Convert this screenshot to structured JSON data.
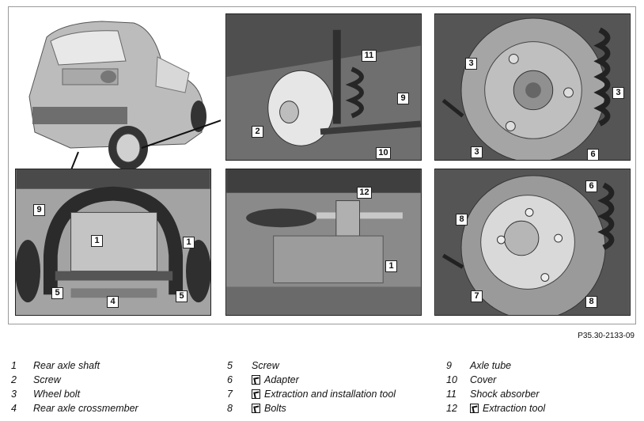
{
  "reference_code": "P35.30-2133-09",
  "callouts": {
    "p2": [
      "11",
      "2",
      "9",
      "10"
    ],
    "p3": [
      "3",
      "3",
      "3",
      "6"
    ],
    "p4": [
      "9",
      "1",
      "1",
      "5",
      "4",
      "5"
    ],
    "p5": [
      "12",
      "1"
    ],
    "p6": [
      "6",
      "8",
      "7",
      "8"
    ]
  },
  "legend": [
    {
      "num": "1",
      "label": "Rear axle shaft",
      "tool": false
    },
    {
      "num": "2",
      "label": "Screw",
      "tool": false
    },
    {
      "num": "3",
      "label": "Wheel bolt",
      "tool": false
    },
    {
      "num": "4",
      "label": "Rear axle crossmember",
      "tool": false
    },
    {
      "num": "5",
      "label": "Screw",
      "tool": false
    },
    {
      "num": "6",
      "label": "Adapter",
      "tool": true
    },
    {
      "num": "7",
      "label": "Extraction and installation tool",
      "tool": true
    },
    {
      "num": "8",
      "label": "Bolts",
      "tool": true
    },
    {
      "num": "9",
      "label": "Axle tube",
      "tool": false
    },
    {
      "num": "10",
      "label": "Cover",
      "tool": false
    },
    {
      "num": "11",
      "label": "Shock absorber",
      "tool": false
    },
    {
      "num": "12",
      "label": "Extraction tool",
      "tool": true
    }
  ]
}
